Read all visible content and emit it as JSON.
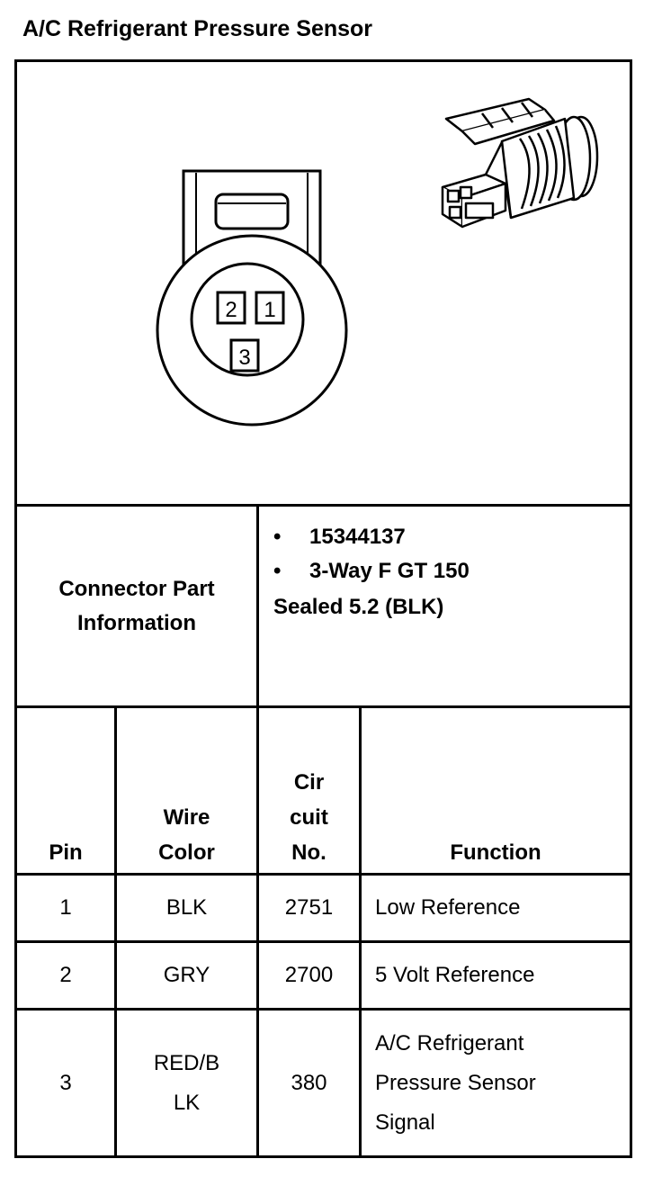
{
  "title": "A/C Refrigerant Pressure Sensor",
  "diagram": {
    "pin_labels": [
      "2",
      "1",
      "3"
    ]
  },
  "connector_info": {
    "label_line1": "Connector Part",
    "label_line2": "Information",
    "part_number": "15344137",
    "desc_line1": "3-Way F GT 150",
    "desc_line2": "Sealed 5.2 (BLK)",
    "bullet": "•"
  },
  "table": {
    "headers": {
      "pin": "Pin",
      "wire_color_1": "Wire",
      "wire_color_2": "Color",
      "circuit_1": "Cir",
      "circuit_2": "cuit",
      "circuit_3": "No.",
      "function": "Function"
    },
    "rows": [
      {
        "pin": "1",
        "wire": "BLK",
        "circuit": "2751",
        "function": "Low Reference"
      },
      {
        "pin": "2",
        "wire": "GRY",
        "circuit": "2700",
        "function": "5 Volt Reference"
      },
      {
        "pin": "3",
        "wire_1": "RED/B",
        "wire_2": "LK",
        "circuit": "380",
        "function_1": "A/C Refrigerant",
        "function_2": "Pressure Sensor",
        "function_3": "Signal"
      }
    ]
  }
}
